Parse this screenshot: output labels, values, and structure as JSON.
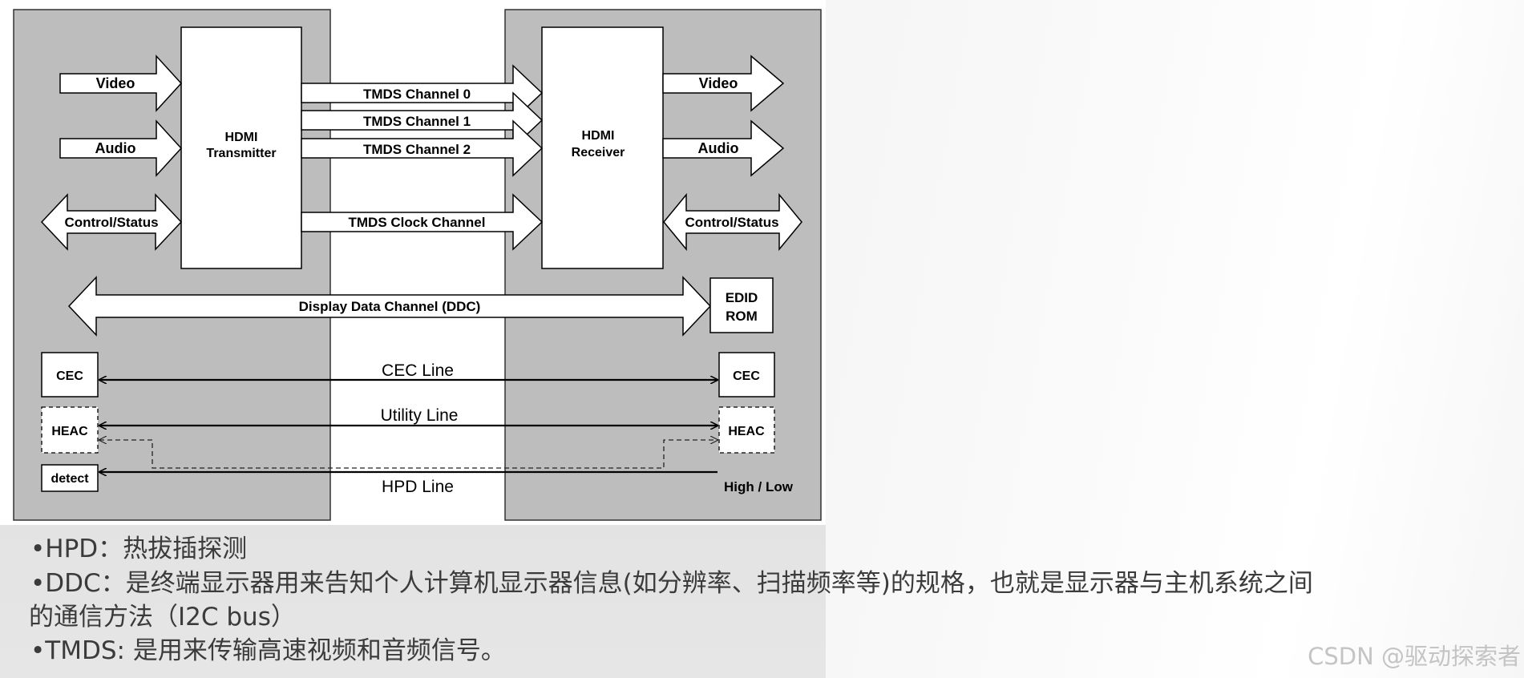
{
  "diagram": {
    "transmitter_label_line1": "HDMI",
    "transmitter_label_line2": "Transmitter",
    "receiver_label_line1": "HDMI",
    "receiver_label_line2": "Receiver",
    "video": "Video",
    "audio": "Audio",
    "control_status": "Control/Status",
    "tmds_channel_0": "TMDS Channel 0",
    "tmds_channel_1": "TMDS Channel 1",
    "tmds_channel_2": "TMDS Channel 2",
    "tmds_clock": "TMDS Clock Channel",
    "ddc": "Display Data Channel (DDC)",
    "edid_line1": "EDID",
    "edid_line2": "ROM",
    "cec": "CEC",
    "heac": "HEAC",
    "detect": "detect",
    "cec_line": "CEC Line",
    "utility_line": "Utility Line",
    "hpd_line": "HPD Line",
    "high_low": "High / Low"
  },
  "notes": {
    "hpd": "•HPD：热拔插探测",
    "ddc": "•DDC：是终端显示器用来告知个人计算机显示器信息(如分辨率、扫描频率等)的规格，也就是显示器与主机系统之间",
    "ddc_cont": "的通信方法（I2C bus）",
    "tmds": "•TMDS: 是用来传输高速视频和音频信号。"
  },
  "watermark": "CSDN @驱动探索者"
}
